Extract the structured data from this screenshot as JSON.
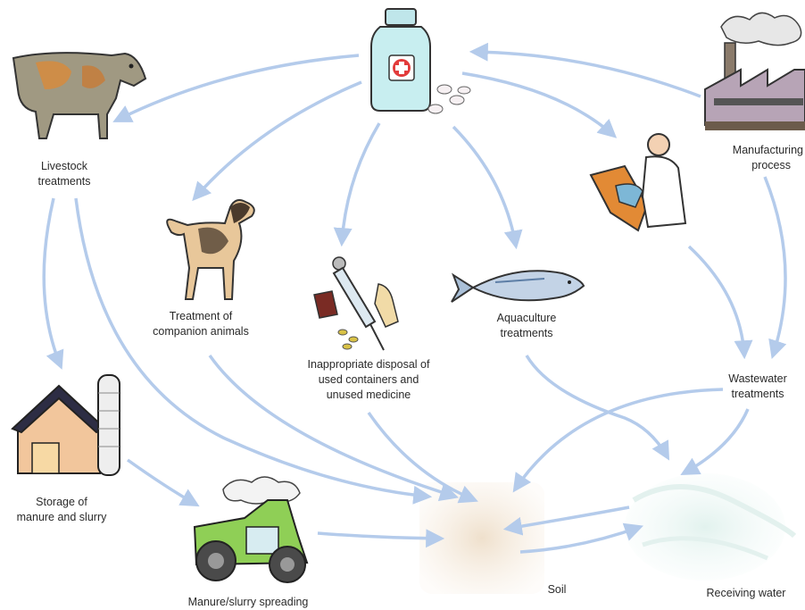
{
  "nodes": {
    "livestock": {
      "lines": [
        "Livestock",
        "treatments"
      ],
      "icon": "cow-icon"
    },
    "companion": {
      "lines": [
        "Treatment of",
        "companion animals"
      ],
      "icon": "dog-icon"
    },
    "disposal": {
      "lines": [
        "Inappropriate disposal of",
        "used containers and",
        "unused medicine"
      ],
      "icon": "syringe-icon"
    },
    "aquaculture": {
      "lines": [
        "Aquaculture",
        "treatments"
      ],
      "icon": "fish-icon"
    },
    "manufacturing": {
      "lines": [
        "Manufacturing",
        "process"
      ],
      "icon": "factory-icon"
    },
    "storage": {
      "lines": [
        "Storage of",
        "manure and slurry"
      ],
      "icon": "barn-icon"
    },
    "spreading": {
      "lines": [
        "Manure/slurry spreading"
      ],
      "icon": "tractor-icon"
    },
    "soil": {
      "lines": [
        "Soil"
      ],
      "icon": "soil-patch"
    },
    "wastewater": {
      "lines": [
        "Wastewater",
        "treatments"
      ]
    },
    "receiving": {
      "lines": [
        "Receiving water"
      ],
      "icon": "water-splash"
    },
    "medicine": {
      "icon": "medicine-bottle-icon"
    },
    "human": {
      "icon": "doctor-patient-icon"
    }
  },
  "colors": {
    "arrow": "#b4cbeb",
    "text": "#2a2a2a",
    "soil": "#f1e4d4",
    "water": "#e8f4f1"
  }
}
